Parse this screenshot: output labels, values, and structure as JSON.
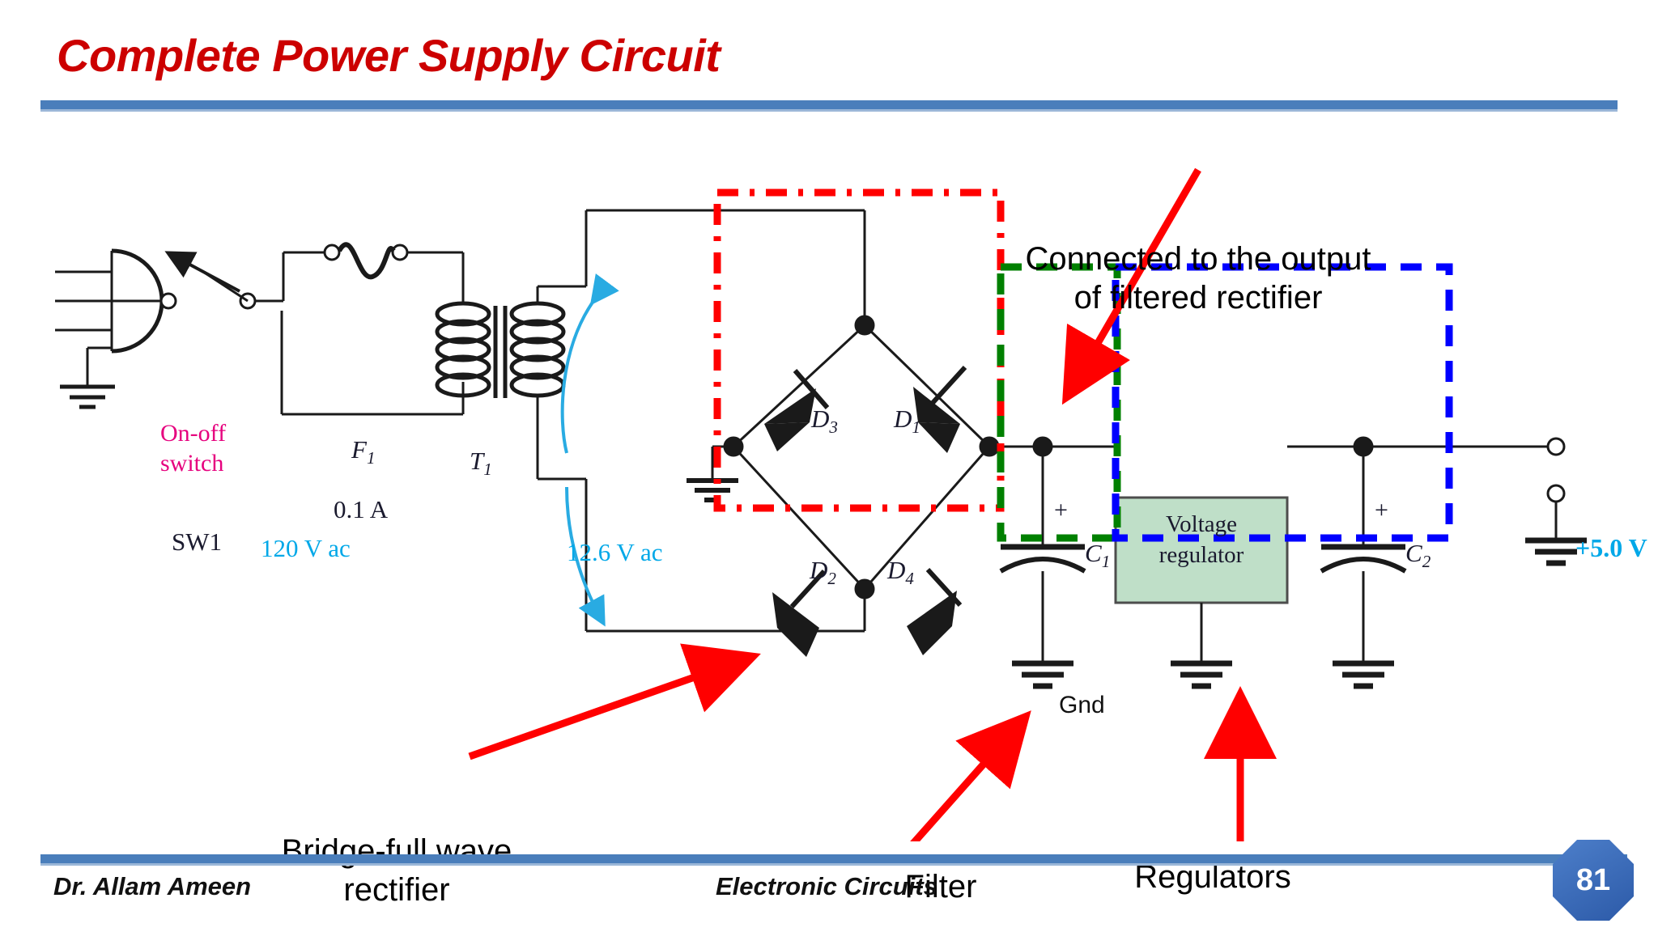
{
  "slide": {
    "title": "Complete Power Supply Circuit",
    "page_number": "81"
  },
  "footer": {
    "author": "Dr. Allam Ameen",
    "course": "Electronic Circuits"
  },
  "colors": {
    "title_red": "#cc0000",
    "rule_blue": "#4a7ebb",
    "cyan_label": "#00a8e8",
    "magenta_label": "#e6007e",
    "annotation_red": "#ff0000",
    "bridge_box": "#ff0000",
    "filter_box": "#008000",
    "regulator_box": "#0000ff",
    "regulator_fill": "#bfdfc8"
  },
  "circuit": {
    "source": {
      "outlet_label": "",
      "switch_callout": "On-off\nswitch",
      "switch_callout_line1": "On-off",
      "switch_callout_line2": "switch",
      "switch_name": "SW1",
      "mains_voltage": "120 V ac"
    },
    "fuse": {
      "designator": "F",
      "designator_sub": "1",
      "rating": "0.1 A"
    },
    "transformer": {
      "designator": "T",
      "designator_sub": "1",
      "secondary_voltage": "12.6 V ac"
    },
    "bridge": {
      "diodes": [
        {
          "label": "D",
          "sub": "3",
          "position": "upper-left"
        },
        {
          "label": "D",
          "sub": "1",
          "position": "upper-right"
        },
        {
          "label": "D",
          "sub": "2",
          "position": "lower-left"
        },
        {
          "label": "D",
          "sub": "4",
          "position": "lower-right"
        }
      ]
    },
    "filter": {
      "capacitor": {
        "label": "C",
        "sub": "1",
        "polarity": "+"
      },
      "ground_label": "Gnd"
    },
    "regulator": {
      "block_line1": "Voltage",
      "block_line2": "regulator",
      "output_capacitor": {
        "label": "C",
        "sub": "2",
        "polarity": "+"
      },
      "output_voltage": "+5.0 V"
    }
  },
  "annotations": {
    "top": {
      "line1": "Connected to the output",
      "line2": "of filtered rectifier"
    },
    "bridge": {
      "line1": "Bridge-full wave",
      "line2": "rectifier"
    },
    "filter": {
      "line1": "Filter"
    },
    "regulators": {
      "line1": "Regulators"
    }
  }
}
